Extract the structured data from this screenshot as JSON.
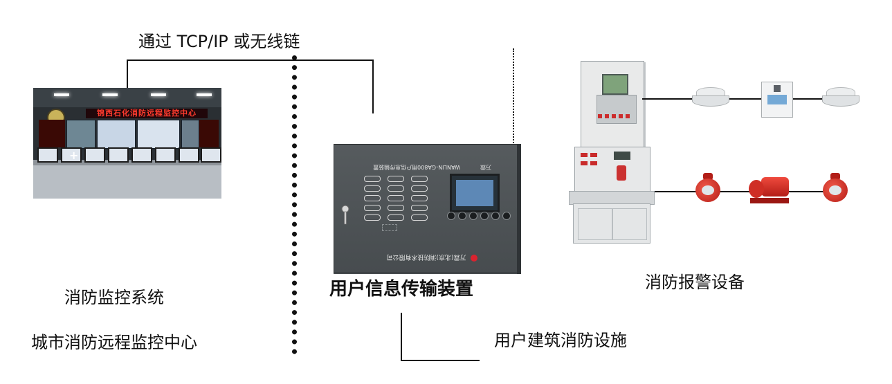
{
  "diagram": {
    "connection_label": "通过 TCP/IP 或无线链",
    "monitoring_system_label": "消防监控系统",
    "monitoring_center_label": "城市消防远程监控中心",
    "device_label": "用户信息传输装置",
    "alarm_equipment_label": "消防报警设备",
    "building_facilities_label": "用户建筑消防设施"
  },
  "photos": {
    "center_banner": "锦西石化消防远程监控中心",
    "device_panel_title": "WANLIN-GA800用户信息传输装置",
    "device_brand": "万霖",
    "device_company": "万霖(北京)消防技术有限公司"
  }
}
